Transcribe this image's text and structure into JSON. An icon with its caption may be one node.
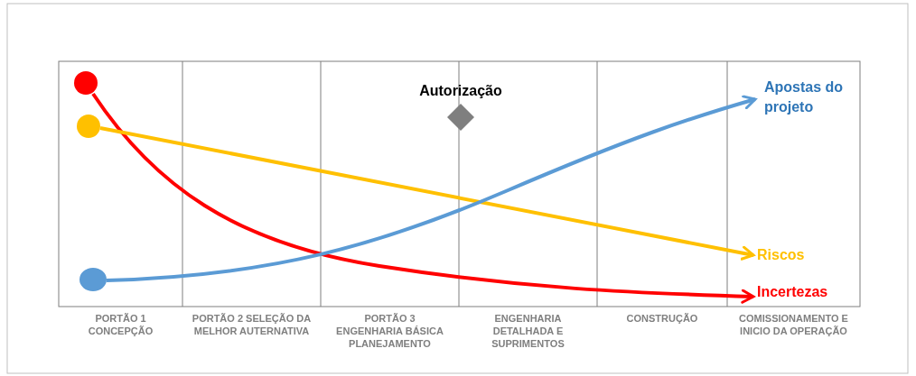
{
  "diagram": {
    "nodes": [
      {
        "text": [],
        "shape": "circle"
      },
      {
        "text": [],
        "shape": "circle"
      },
      {
        "text": [],
        "shape": "circle"
      },
      {
        "text": [
          "Autorização"
        ]
      },
      {
        "text": [
          "Apostas do projeto"
        ]
      },
      {
        "text": [
          "Riscos"
        ]
      },
      {
        "text": [
          "Incertezas"
        ]
      }
    ],
    "edges": [
      {
        "from": 0,
        "to": 6,
        "arrow": "to",
        "color": "#ff0000"
      },
      {
        "from": 1,
        "to": 5,
        "arrow": "to",
        "color": "#ffc000"
      },
      {
        "from": 2,
        "to": 4,
        "arrow": "to",
        "color": "#5b9bd5"
      }
    ],
    "labels": [
      "PORTÃO 1 CONCEPÇÃO",
      "PORTÃO 2 SELEÇÃO DA MELHOR AUTERNATIVA",
      "PORTÃO 3 ENGENHARIA BÁSICA PLANEJAMENTO",
      "ENGENHARIA DETALHADA E SUPRIMENTOS",
      "CONSTRUÇÃO",
      "COMISSIONAMENTO E INICIO DA OPERAÇÃO"
    ]
  }
}
